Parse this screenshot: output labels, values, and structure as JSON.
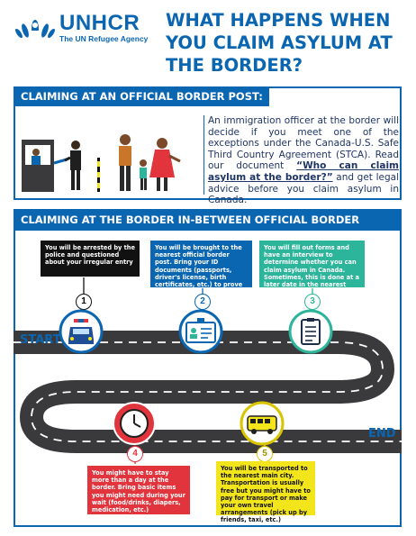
{
  "header": {
    "org_name": "UNHCR",
    "org_tagline": "The UN Refugee Agency",
    "title": "WHAT HAPPENS WHEN YOU CLAIM ASYLUM AT THE BORDER?"
  },
  "official_post": {
    "heading": "CLAIMING AT AN OFFICIAL BORDER POST:",
    "text_before": "An immigration officer at the border will decide if you meet one of the exceptions under the Canada-U.S. Safe Third Country Agreement (STCA). Read our document ",
    "text_quote": "“Who can claim asylum at the border?”",
    "text_after": " and get legal advice before you claim asylum in Canada."
  },
  "between_posts": {
    "heading": "CLAIMING AT THE BORDER IN-BETWEEN OFFICIAL BORDER POSTS:",
    "start_label": "START",
    "end_label": "END",
    "steps": [
      {
        "number": "1",
        "text": "You will be arrested by the police and questioned about your irregular entry",
        "color": "#111111",
        "icon": "police-car-icon"
      },
      {
        "number": "2",
        "text": "You will be brought to the nearest official border post. Bring your ID documents (passports, driver's license, birth certificates, etc.) to prove your identity",
        "color": "#0b66b2",
        "icon": "id-card-icon"
      },
      {
        "number": "3",
        "text": "You will fill out forms and have an interview to determine whether you can claim asylum in Canada. Sometimes, this is done at a later date in the nearest main city",
        "color": "#2db59b",
        "icon": "clipboard-icon"
      },
      {
        "number": "4",
        "text": "You might have to stay more than a day at the border. Bring basic items you might need during your wait (food/drinks, diapers, medication, etc.)",
        "color": "#e2343d",
        "icon": "clock-icon"
      },
      {
        "number": "5",
        "text": "You will be transported to the nearest main city. Transportation is usually free but you might have to pay for transport or make your own travel arrangements (pick up by friends, taxi, etc.)",
        "color": "#f3e51c",
        "icon": "bus-icon"
      }
    ]
  },
  "colors": {
    "brand_blue": "#0b66b2",
    "road": "#3a3a3c"
  }
}
